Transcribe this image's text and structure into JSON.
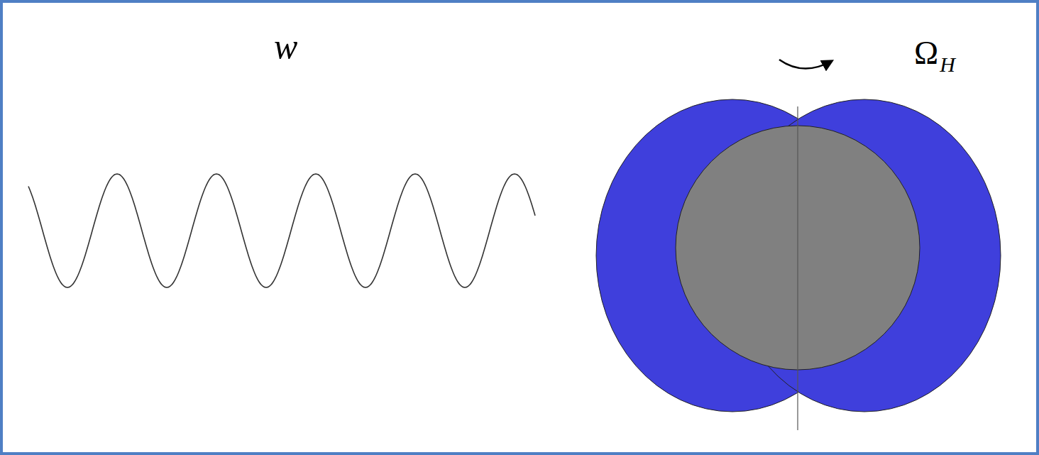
{
  "diagram": {
    "labels": [
      "w",
      "Ω",
      "H"
    ]
  }
}
